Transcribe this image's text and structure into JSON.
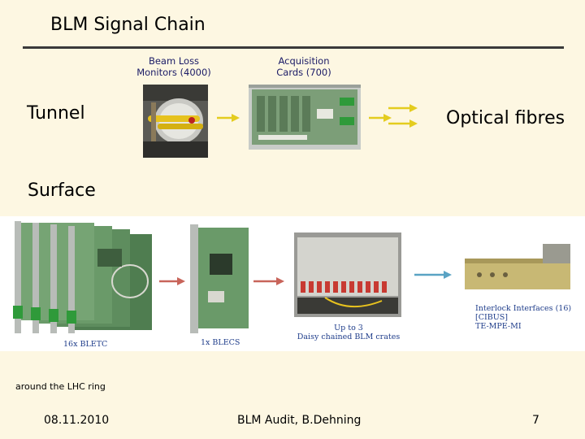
{
  "slide": {
    "title": "BLM Signal Chain",
    "labels": {
      "tunnel": "Tunnel",
      "optical_fibres": "Optical fibres",
      "surface": "Surface",
      "around": "around the LHC ring"
    },
    "captions": {
      "beam_loss_line1": "Beam Loss",
      "beam_loss_line2": "Monitors (4000)",
      "acquisition_line1": "Acquisition",
      "acquisition_line2": "Cards (700)"
    },
    "photo_labels": {
      "bletc": "16x BLETC",
      "blecs": "1x BLECS",
      "crates_line1": "Up to 3",
      "crates_line2": "Daisy chained BLM crates",
      "interlock_line1": "Interlock Interfaces (16)",
      "interlock_line2": "[CIBUS]",
      "interlock_line3": "TE-MPE-MI"
    },
    "footer": {
      "date": "08.11.2010",
      "center": "BLM Audit, B.Dehning",
      "page": "7"
    },
    "colors": {
      "background": "#fdf7e2",
      "yellow_arrow": "#e4cc1e",
      "red_arrow": "#c8645a",
      "blue_arrow": "#5aa3c4"
    },
    "icons": {
      "tunnel_arrows": "arrow-right-icon",
      "optical_arrows": "double-arrow-right-icon"
    }
  }
}
